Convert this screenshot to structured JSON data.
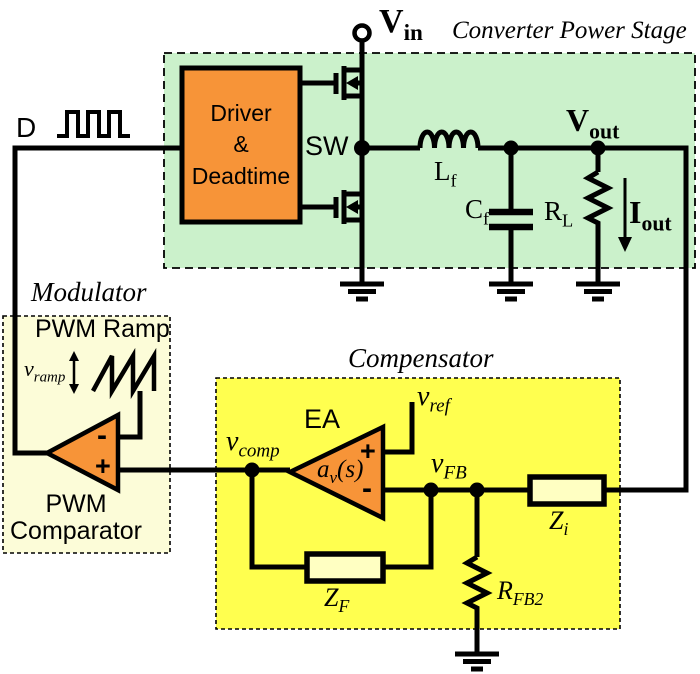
{
  "diagram_type": "buck-converter-voltage-mode-control-block-diagram",
  "colors": {
    "power_stage_bg": "#cbf1cb",
    "modulator_bg": "#fcfcd8",
    "compensator_bg": "#ffff4f",
    "block_orange": "#f79438",
    "impedance_fill": "#ffffc2",
    "wire": "#000000",
    "background": "#ffffff"
  },
  "regions": {
    "power_stage_title": "Converter Power Stage",
    "modulator_title": "Modulator",
    "compensator_title": "Compensator"
  },
  "blocks": {
    "driver": {
      "line1": "Driver",
      "line2": "&",
      "line3": "Deadtime"
    },
    "pwm_comparator": {
      "line1": "PWM",
      "line2": "Comparator",
      "minus": "-",
      "plus": "+"
    },
    "error_amplifier": {
      "name": "EA",
      "gain_pre": "a",
      "gain_sub": "v",
      "gain_post": "(s)",
      "plus": "+",
      "minus": "-"
    },
    "pwm_ramp": "PWM Ramp"
  },
  "nodes": {
    "d": "D",
    "sw": "SW",
    "vin": {
      "main": "V",
      "sub": "in"
    },
    "vout": {
      "main": "V",
      "sub": "out"
    },
    "iout": {
      "main": "I",
      "sub": "out"
    },
    "vref": {
      "main": "v",
      "sub": "ref"
    },
    "vcomp": {
      "main": "v",
      "sub": "comp"
    },
    "vfb": {
      "main": "v",
      "sub": "FB"
    },
    "vramp": {
      "main": "v",
      "sub": "ramp"
    }
  },
  "components": {
    "lf": {
      "main": "L",
      "sub": "f"
    },
    "cf": {
      "main": "C",
      "sub": "f"
    },
    "rl": {
      "main": "R",
      "sub": "L"
    },
    "zi": {
      "main": "Z",
      "sub": "i"
    },
    "zf": {
      "main": "Z",
      "sub": "F"
    },
    "rfb2": {
      "main": "R",
      "sub": "FB2"
    }
  }
}
